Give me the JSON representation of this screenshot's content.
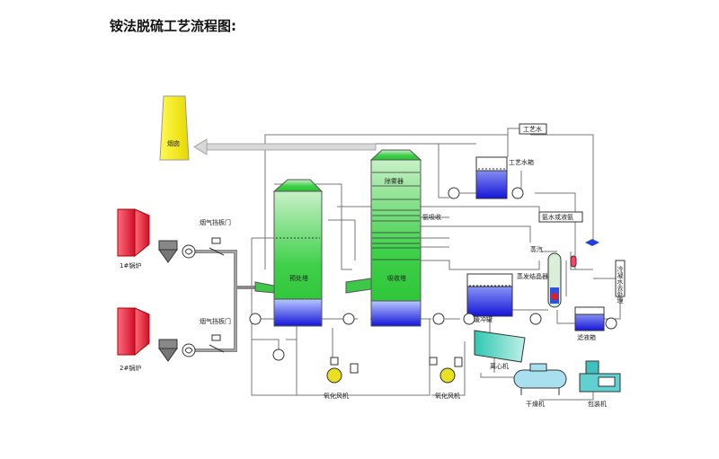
{
  "title": "铵法脱硫工艺流程图:",
  "labels": {
    "chimney": "烟囱",
    "boiler1": "1#锅炉",
    "boiler2": "2#锅炉",
    "damper1": "烟气挡板门",
    "damper2": "烟气挡板门",
    "precooler": "预处塔",
    "demister": "除雾器",
    "absorber": "吸收塔",
    "process_water": "工艺水",
    "process_water_tank": "工艺水箱",
    "ammonia_water": "氨水或液氨",
    "ammonia_liquid": "氨吸收",
    "steam": "蒸汽",
    "evap_crystallizer": "蒸发结晶器",
    "buffer_tank": "缓冲罐",
    "centrifuge": "离心机",
    "dryer": "干燥机",
    "packer": "包装机",
    "filtrate_tank": "滤液箱",
    "oxidation_fan1": "氧化风机",
    "oxidation_fan2": "氧化风机",
    "vertical_box": "冷凝水去处理"
  },
  "colors": {
    "chimney": "#f4f000",
    "boiler": "#e0203c",
    "tower_green": "#2ecf3a",
    "liquid_blue": "#1f1fe0",
    "line": "#666666"
  }
}
